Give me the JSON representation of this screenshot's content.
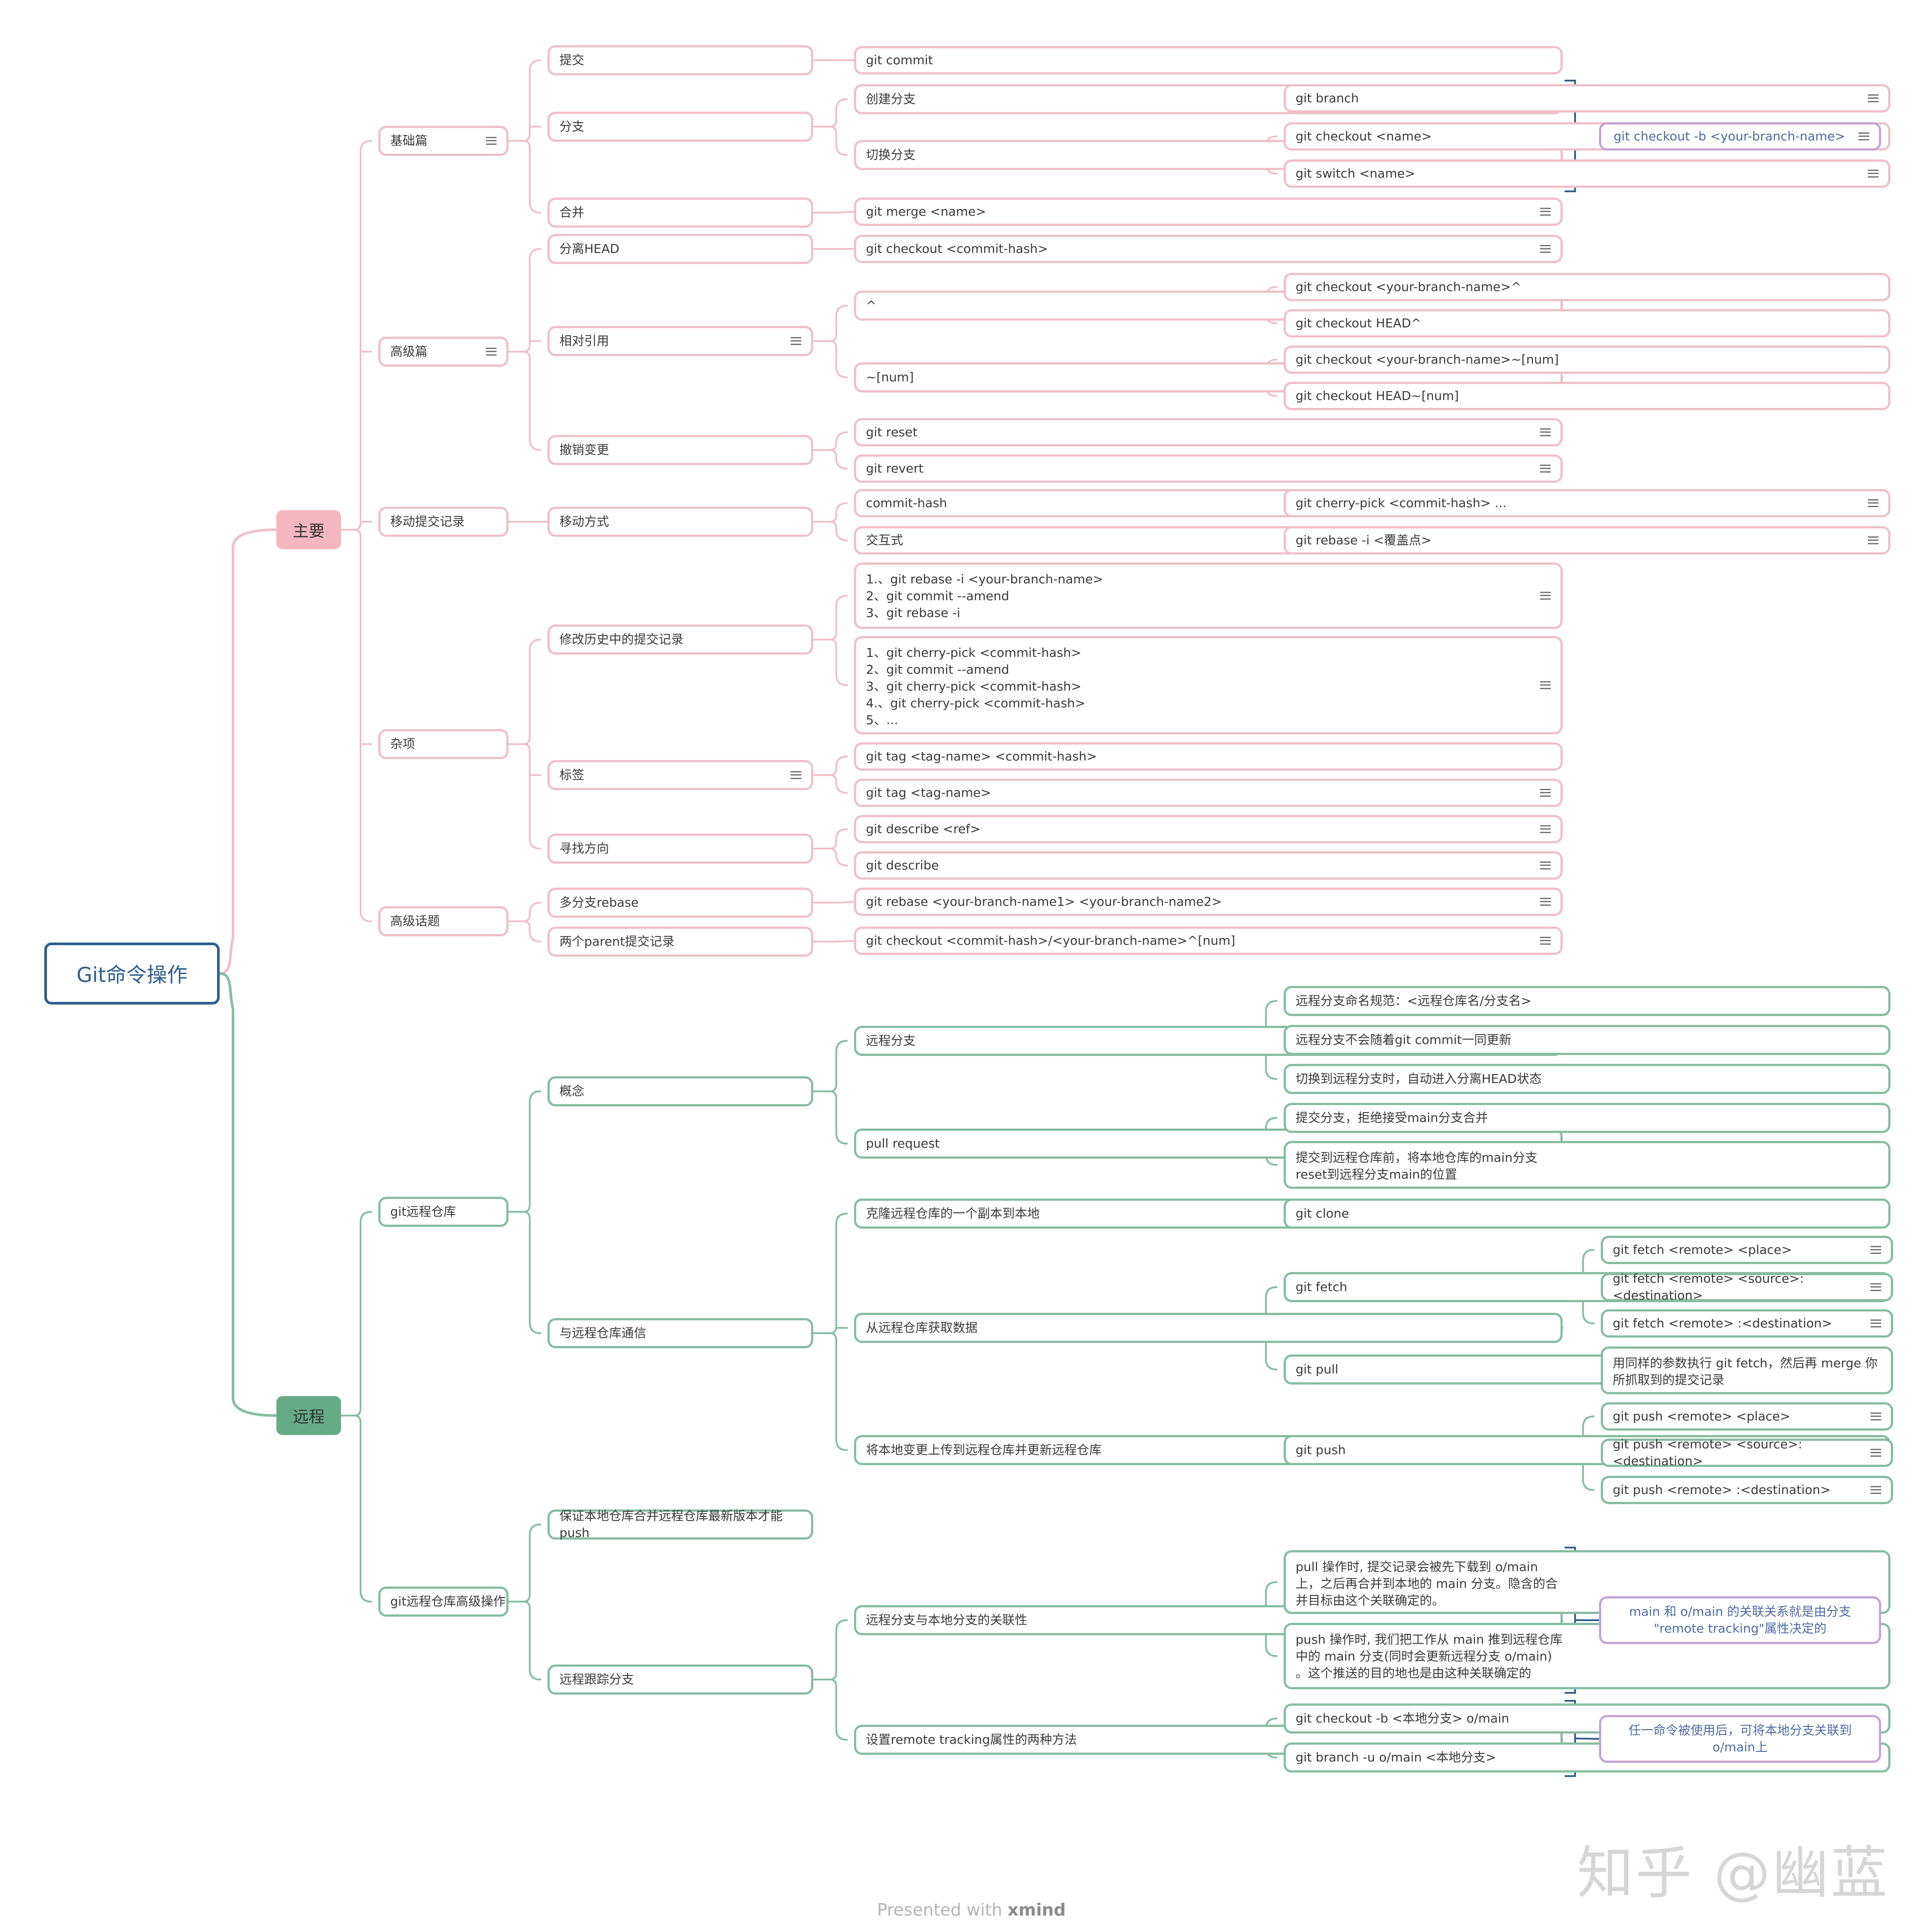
{
  "title": "Git命令操作",
  "branches": {
    "main": "主要",
    "remote": "远程"
  },
  "colors": {
    "pink": "#efc0c9",
    "green": "#86bda1",
    "purple": "#c3a4d3",
    "root": "#2f5f8c",
    "main_fill": "#f4b6c1",
    "remote_fill": "#66ab88"
  },
  "nodes": {
    "basics": "基础篇",
    "advanced": "高级篇",
    "move_commits": "移动提交记录",
    "misc": "杂项",
    "advanced_topics": "高级话题",
    "commit": "提交",
    "branch": "分支",
    "merge": "合并",
    "detach_head": "分离HEAD",
    "relative_ref": "相对引用",
    "undo": "撤销变更",
    "move_method": "移动方式",
    "modify_history": "修改历史中的提交记录",
    "tags": "标签",
    "find_direction": "寻找方向",
    "multi_rebase": "多分支rebase",
    "two_parents": "两个parent提交记录",
    "git_commit": "git commit",
    "create_branch": "创建分支",
    "switch_branch": "切换分支",
    "git_merge": "git merge <name>",
    "git_checkout_hash": "git checkout  <commit-hash>",
    "caret": "^",
    "tilde_num": "~[num]",
    "git_reset": "git reset",
    "git_revert": "git revert",
    "commit_hash": "commit-hash",
    "interactive": "交互式",
    "rebase_steps": "1.、git rebase -i  <your-branch-name>\n2、git commit --amend\n3、git rebase -i",
    "cherry_steps": "1、git cherry-pick <commit-hash>\n2、git commit --amend\n3、git cherry-pick <commit-hash>\n4.、git cherry-pick <commit-hash>\n5、...",
    "tag_hash": "git tag <tag-name>  <commit-hash>",
    "tag_name": "git tag <tag-name>",
    "describe_ref": "git describe <ref>",
    "describe": "git describe",
    "rebase_multi": "git rebase <your-branch-name1>  <your-branch-name2>",
    "checkout_parent": "git checkout <commit-hash>/<your-branch-name>^[num]",
    "git_branch": "git branch",
    "git_checkout_name": "git checkout  <name>",
    "git_switch": "git switch <name>",
    "checkout_b": "git checkout -b <your-branch-name>",
    "checkout_branch_caret": "git checkout <your-branch-name>^",
    "checkout_head_caret": "git checkout HEAD^",
    "checkout_branch_tilde": "git checkout <your-branch-name>~[num]",
    "checkout_head_tilde": "git checkout HEAD~[num]",
    "cherry_pick_hash": "git cherry-pick <commit-hash> ...",
    "rebase_i": "git rebase -i <覆盖点>",
    "remote_repo": "git远程仓库",
    "remote_adv": "git远程仓库高级操作",
    "concept": "概念",
    "communicate": "与远程仓库通信",
    "ensure_push": "保证本地仓库合并远程仓库最新版本才能push",
    "tracking_branch": "远程跟踪分支",
    "remote_branch": "远程分支",
    "pull_request": "pull request",
    "clone_desc": "克隆远程仓库的一个副本到本地",
    "fetch_desc": "从远程仓库获取数据",
    "push_desc": "将本地变更上传到远程仓库并更新远程仓库",
    "assoc": "远程分支与本地分支的关联性",
    "set_tracking": "设置remote tracking属性的两种方法",
    "naming": "远程分支命名规范：<远程仓库名/分支名>",
    "no_update": "远程分支不会随着git commit一同更新",
    "detached": "切换到远程分支时，自动进入分离HEAD状态",
    "reject": "提交分支，拒绝接受main分支合并",
    "reset_before": "提交到远程仓库前，将本地仓库的main分支\nreset到远程分支main的位置",
    "git_clone": "git clone",
    "git_fetch": "git fetch",
    "git_pull": "git pull",
    "git_push": "git push",
    "pull_detail": "pull 操作时, 提交记录会被先下载到 o/main\n上，之后再合并到本地的 main 分支。隐含的合\n并目标由这个关联确定的。",
    "push_detail": "push 操作时, 我们把工作从 main 推到远程仓库\n中的 main 分支(同时会更新远程分支 o/main)\n。这个推送的目的地也是由这种关联确定的",
    "checkout_track": "git checkout -b <本地分支>  o/main",
    "branch_u": "git branch -u o/main  <本地分支>",
    "fetch_place": "git fetch <remote> <place>",
    "fetch_src_dst": "git fetch <remote> <source>:<destination>",
    "fetch_dst": "git fetch <remote>  :<destination>",
    "pull_same": "用同样的参数执行 git fetch，然后再 merge 你\n所抓取到的提交记录",
    "push_place": "git push <remote> <place>",
    "push_src_dst": "git push <remote> <source>:<destination>",
    "push_dst": "git push <remote> :<destination>",
    "assoc_summary": "main 和 o/main 的关联关系就是由分支\n\"remote tracking\"属性决定的",
    "track_summary": "任一命令被使用后，可将本地分支关联到\no/main上"
  },
  "footer": {
    "prefix": "Presented with",
    "brand": "xmind"
  },
  "watermark": "知乎 @幽蓝"
}
